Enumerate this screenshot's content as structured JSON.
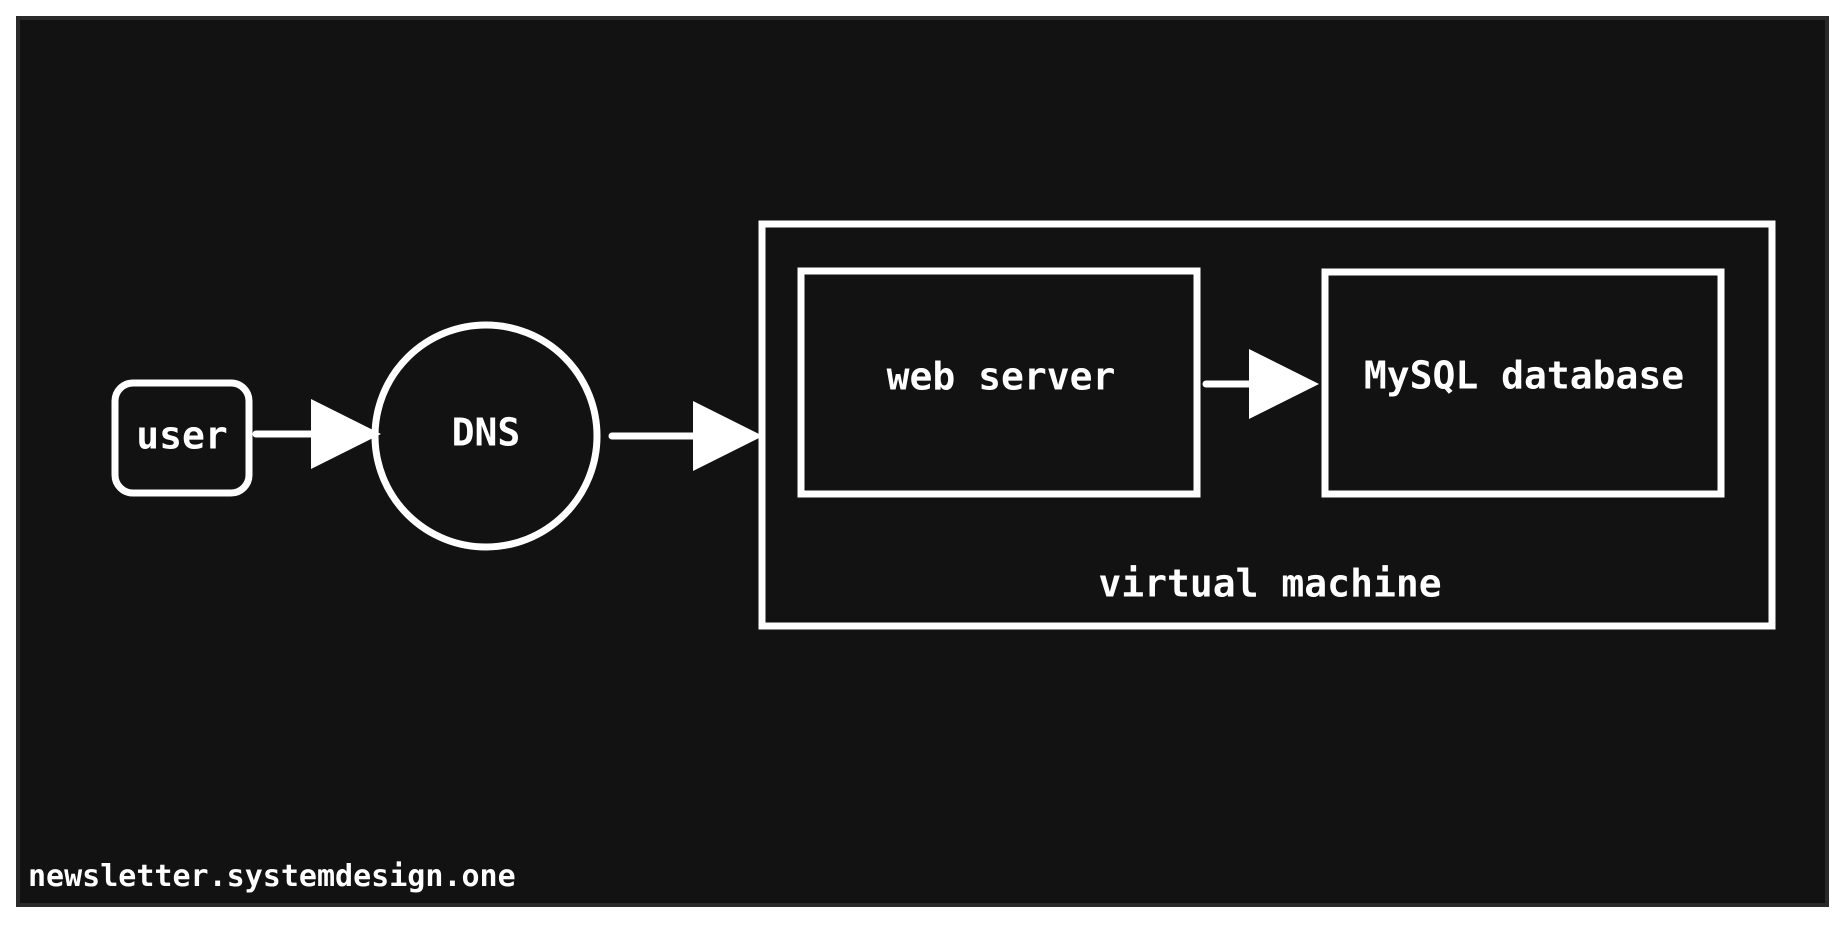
{
  "diagram": {
    "nodes": {
      "user": "user",
      "dns": "DNS",
      "web_server": "web server",
      "database": "MySQL database",
      "virtual_machine": "virtual machine"
    },
    "edges": [
      {
        "from": "user",
        "to": "DNS"
      },
      {
        "from": "DNS",
        "to": "virtual machine"
      },
      {
        "from": "web server",
        "to": "MySQL database"
      }
    ]
  },
  "footer": {
    "source": "newsletter.systemdesign.one"
  },
  "colors": {
    "background": "#121212",
    "stroke": "#ffffff",
    "border": "#2a2a2a"
  }
}
